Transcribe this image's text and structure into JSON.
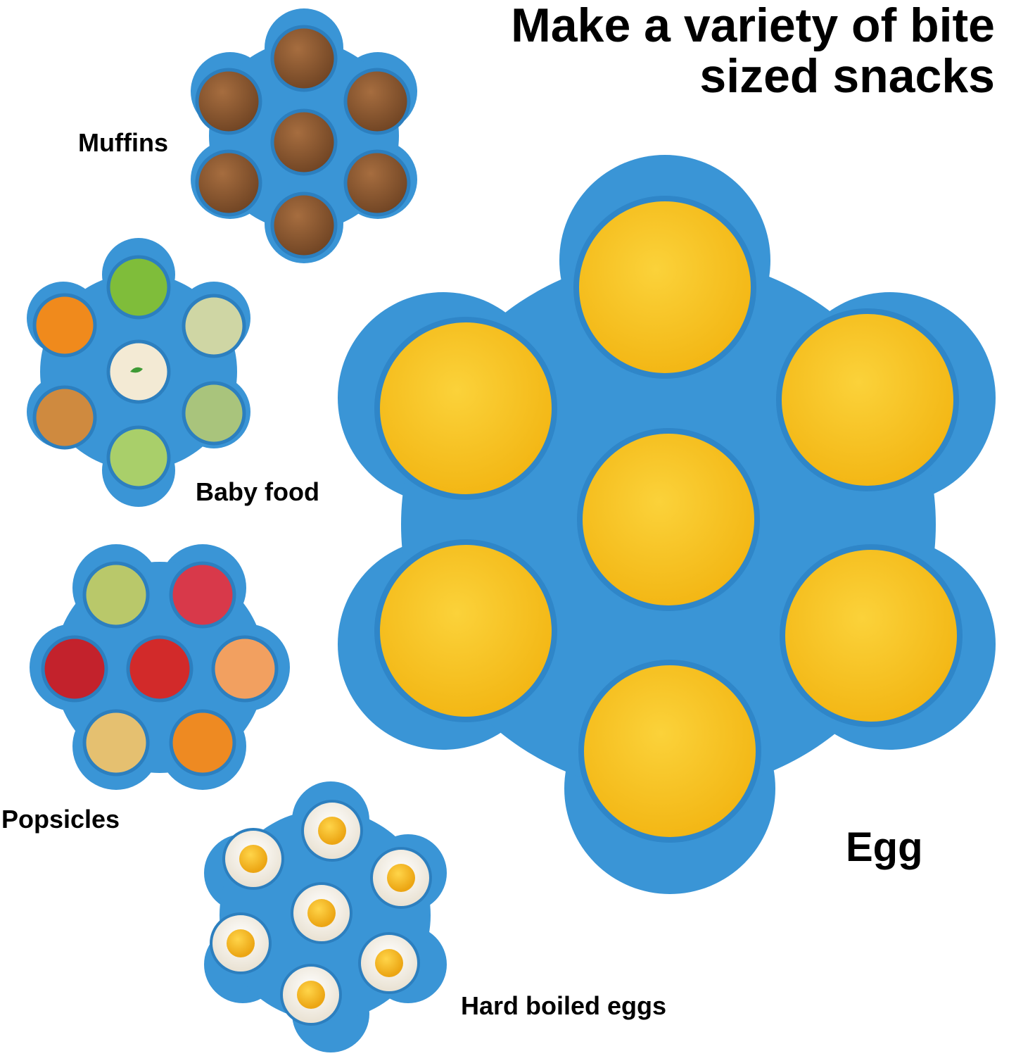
{
  "headline": {
    "line1": "Make a variety of bite",
    "line2": "sized snacks"
  },
  "labels": {
    "muffins": "Muffins",
    "baby_food": "Baby food",
    "popsicles": "Popsicles",
    "hard_boiled_eggs": "Hard boiled eggs",
    "egg": "Egg"
  },
  "colors": {
    "tray_blue": "#3a95d6",
    "tray_rim": "#2f86c8",
    "egg_yellow": "#f7c31e",
    "muffin_brown": "#8a5a34",
    "white_cup": "#f3efe6",
    "yolk": "#f2b417"
  }
}
